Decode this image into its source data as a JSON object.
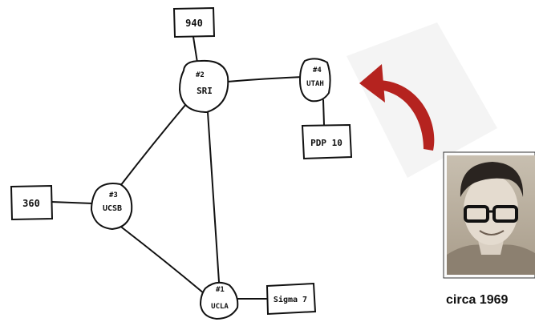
{
  "nodes": [
    {
      "num": "#2",
      "name": "SRI"
    },
    {
      "num": "#4",
      "name": "UTAH"
    },
    {
      "num": "#3",
      "name": "UCSB"
    },
    {
      "num": "#1",
      "name": "UCLA"
    }
  ],
  "hosts": [
    {
      "label": "940"
    },
    {
      "label": "PDP 10"
    },
    {
      "label": "360"
    },
    {
      "label": "Sigma 7"
    }
  ],
  "photo": {
    "caption": "circa 1969"
  },
  "colors": {
    "ink": "#111111",
    "arrow": "#b5231f",
    "paper": "#ffffff",
    "photo_tone": "#b9ad9c"
  }
}
